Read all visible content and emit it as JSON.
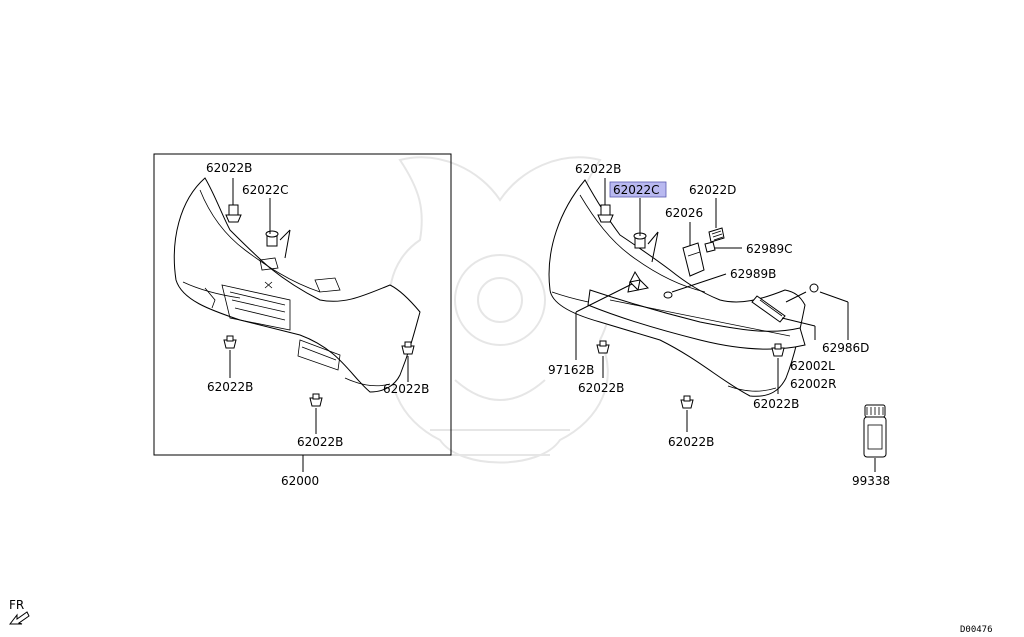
{
  "labels": {
    "l_62022b_1": "62022B",
    "l_62022c_1": "62022C",
    "l_62022b_2": "62022B",
    "l_62022b_3": "62022B",
    "l_62022b_4": "62022B",
    "l_62000": "62000",
    "l_62022b_5": "62022B",
    "l_62022c_2": "62022C",
    "l_62022d": "62022D",
    "l_62026": "62026",
    "l_62989c": "62989C",
    "l_62989b": "62989B",
    "l_62986d": "62986D",
    "l_62002l": "62002L",
    "l_62002r": "62002R",
    "l_97162b": "97162B",
    "l_62022b_6": "62022B",
    "l_62022b_7": "62022B",
    "l_62022b_8": "62022B",
    "l_99338": "99338",
    "fr": "FR",
    "diagram_id": "D00476"
  },
  "highlight": {
    "part": "62022C",
    "color": "#b9b9f0"
  }
}
